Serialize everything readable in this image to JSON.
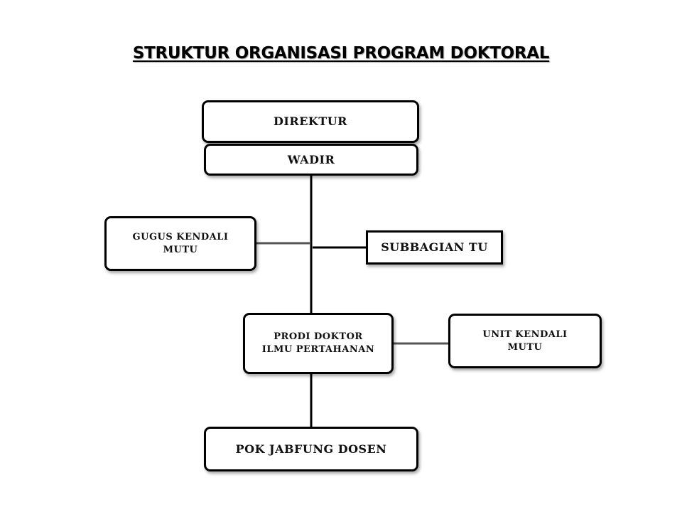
{
  "title": "STRUKTUR ORGANISASI PROGRAM DOKTORAL",
  "nodes": {
    "direktur": "DIREKTUR",
    "wadir": "WADIR",
    "gugus_kendali_mutu": "GUGUS KENDALI\nMUTU",
    "subbagian_tu": "SUBBAGIAN TU",
    "prodi_doktor": "PRODI DOKTOR\nILMU PERTAHANAN",
    "unit_kendali_mutu": "UNIT KENDALI\nMUTU",
    "pok_jabfung_dosen": "POK JABFUNG DOSEN"
  },
  "edges": [
    {
      "from": "wadir",
      "to": "prodi_doktor"
    },
    {
      "from": "wadir",
      "to": "gugus_kendali_mutu"
    },
    {
      "from": "wadir",
      "to": "subbagian_tu"
    },
    {
      "from": "prodi_doktor",
      "to": "unit_kendali_mutu"
    },
    {
      "from": "prodi_doktor",
      "to": "pok_jabfung_dosen"
    }
  ]
}
